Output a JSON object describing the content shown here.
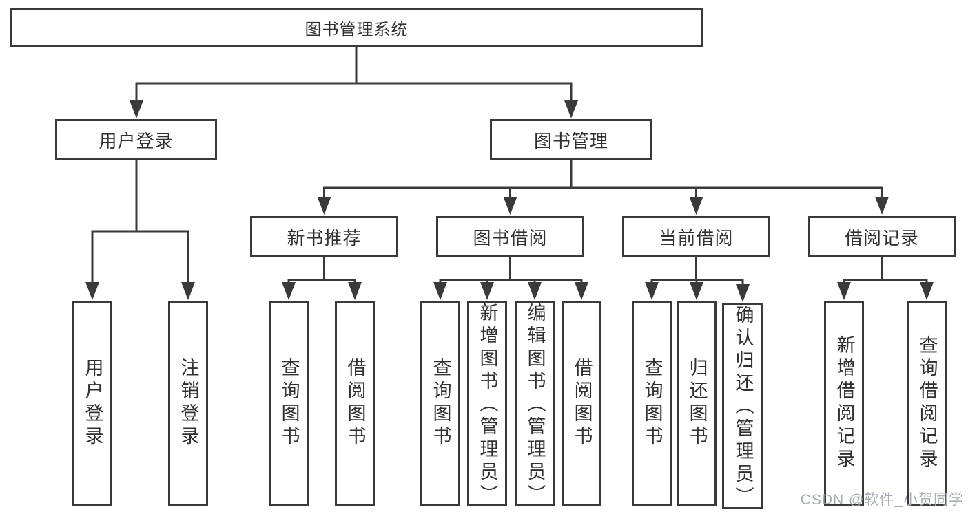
{
  "root": {
    "label": "图书管理系统"
  },
  "level2": [
    {
      "label": "用户登录"
    },
    {
      "label": "图书管理"
    }
  ],
  "level3": [
    {
      "label": "新书推荐"
    },
    {
      "label": "图书借阅"
    },
    {
      "label": "当前借阅"
    },
    {
      "label": "借阅记录"
    }
  ],
  "leaves": {
    "login": [
      "用户登录",
      "注销登录"
    ],
    "recommend": [
      "查询图书",
      "借阅图书"
    ],
    "borrow": [
      "查询图书",
      "新增图书（管理员）",
      "编辑图书（管理员）",
      "借阅图书"
    ],
    "current": [
      "查询图书",
      "归还图书",
      "确认归还（管理员）"
    ],
    "record": [
      "新增借阅记录",
      "查询借阅记录"
    ]
  },
  "watermark": {
    "text": "CSDN @软件_小贺同学"
  },
  "colors": {
    "line": "#3a3a3a",
    "text": "#303030",
    "watermark": "#a7abb3",
    "background": "#ffffff"
  }
}
